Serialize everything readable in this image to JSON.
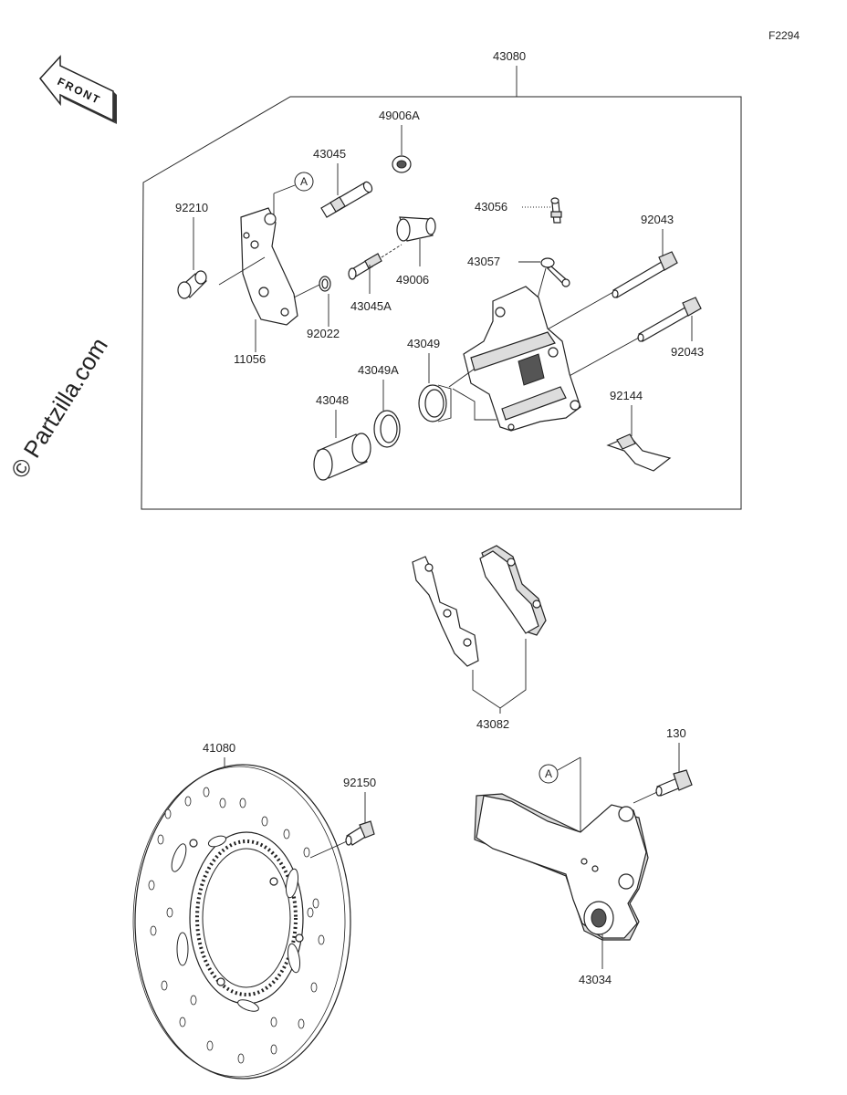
{
  "figure_code": "F2294",
  "watermark": "© Partzilla.com",
  "front_label": "FRONT",
  "ref_marker": "A",
  "labels": {
    "assembly": "43080",
    "seal_a": "49006A",
    "pin": "43045",
    "bleeder": "43056",
    "bushing_92210": "92210",
    "boot": "49006",
    "bolt_top": "92043",
    "bleeder_cap": "43057",
    "pin_a": "43045A",
    "washer": "92022",
    "holder": "11056",
    "bolt_bottom": "92043",
    "seal": "43049",
    "seal_49a": "43049A",
    "piston": "43048",
    "spring": "92144",
    "pads": "43082",
    "disc": "41080",
    "bolt_92150": "92150",
    "bolt_130": "130",
    "bracket": "43034"
  }
}
